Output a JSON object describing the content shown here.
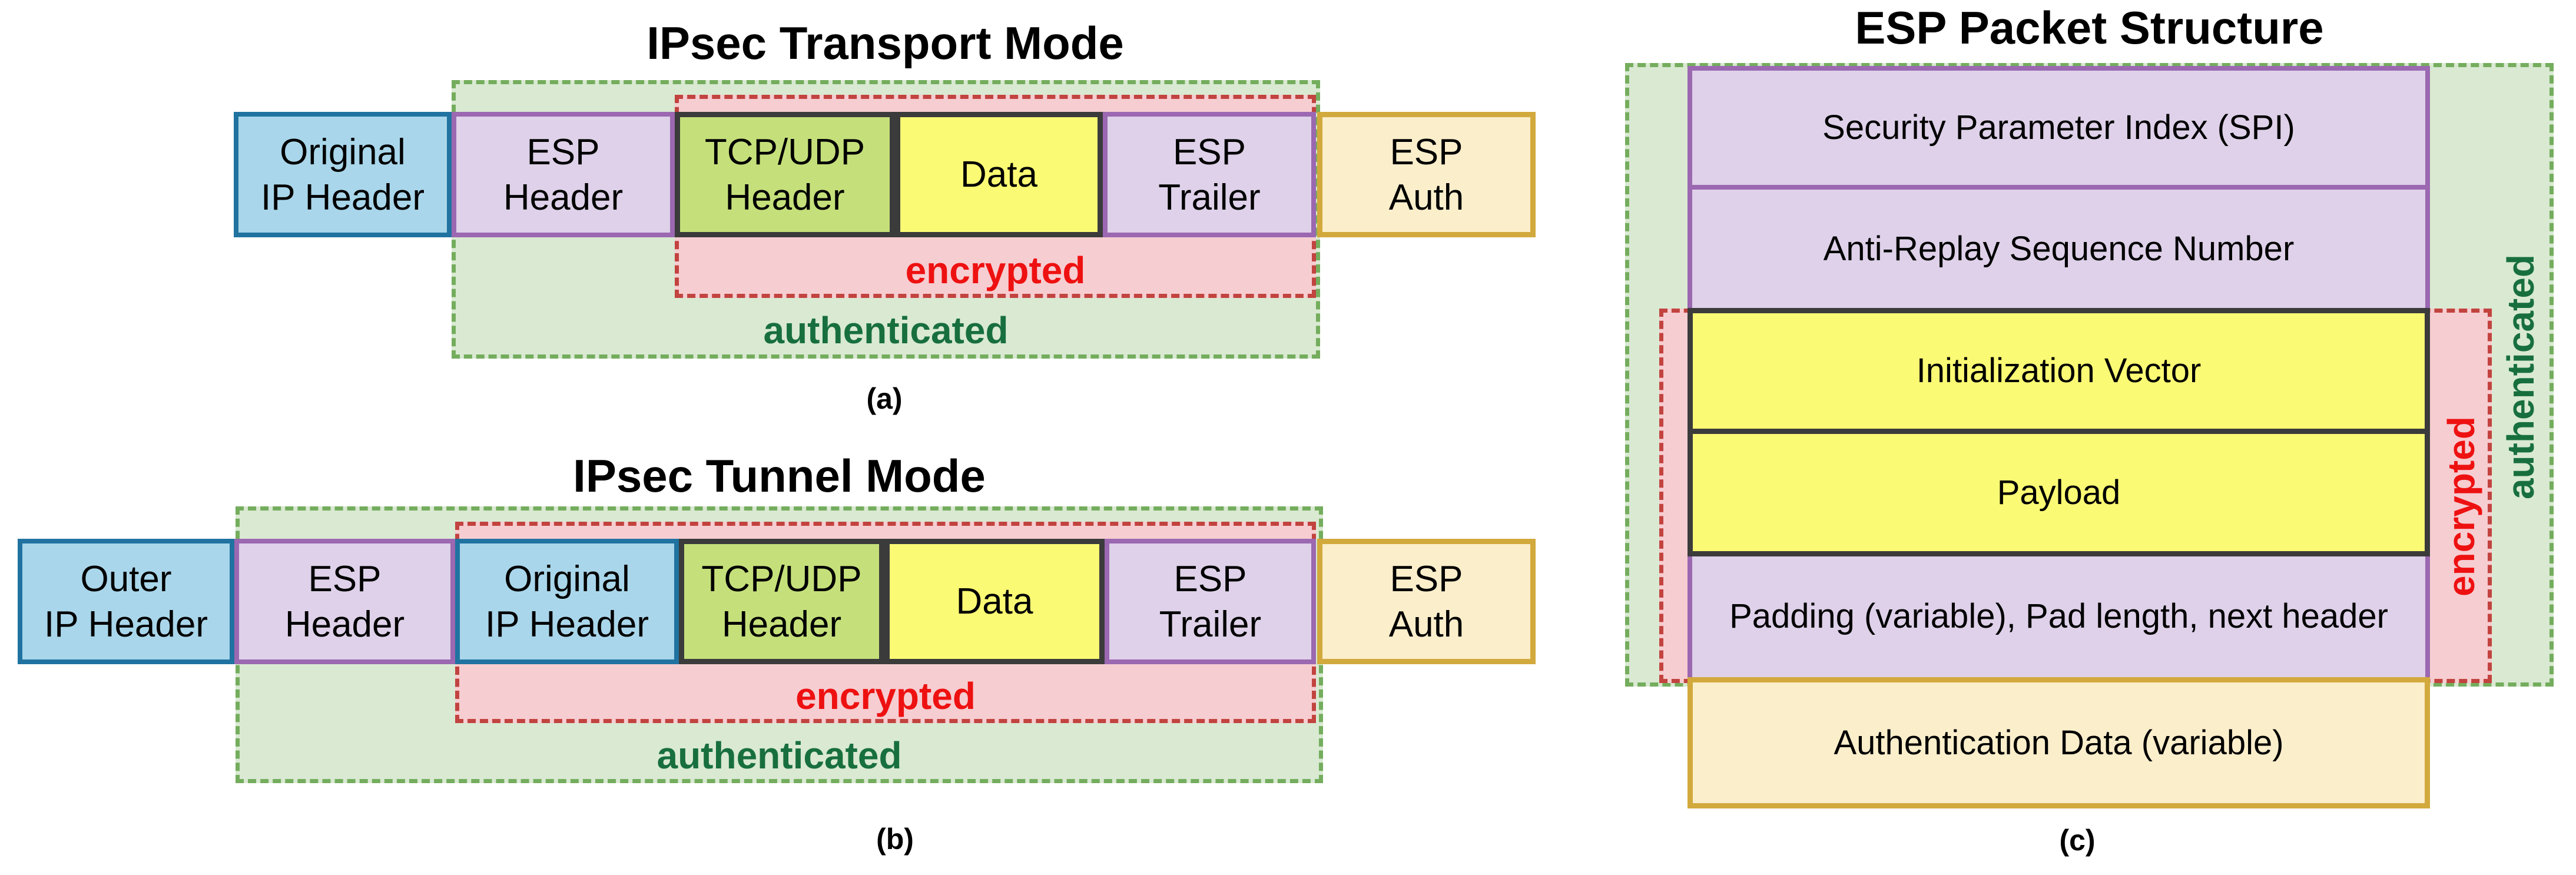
{
  "colors": {
    "blue-fill": "#a9d6ea",
    "blue-border": "#2073a0",
    "purple-fill": "#ded1e9",
    "purple-border": "#9b68b1",
    "greenbox-fill": "#c5e07a",
    "dark-border": "#3b3b3b",
    "yellow-fill": "#fbfa74",
    "tan-fill": "#fbeecb",
    "tan-border": "#d2a93c",
    "auth-fill": "#d9e9d2",
    "auth-border": "#74ad5d",
    "enc-fill": "#f6cdd1",
    "enc-border": "#c2433f",
    "enc-text": "#ee1111",
    "auth-text": "#186f3e",
    "title-text": "#000000",
    "caption-text": "#000000",
    "box-text": "#000000"
  },
  "transport": {
    "title": "IPsec Transport Mode",
    "caption": "(a)",
    "encrypted_label": "encrypted",
    "authenticated_label": "authenticated",
    "boxes": [
      {
        "label": "Original\nIP Header"
      },
      {
        "label": "ESP\nHeader"
      },
      {
        "label": "TCP/UDP\nHeader"
      },
      {
        "label": "Data"
      },
      {
        "label": "ESP\nTrailer"
      },
      {
        "label": "ESP\nAuth"
      }
    ]
  },
  "tunnel": {
    "title": "IPsec Tunnel Mode",
    "caption": "(b)",
    "encrypted_label": "encrypted",
    "authenticated_label": "authenticated",
    "boxes": [
      {
        "label": "Outer\nIP Header"
      },
      {
        "label": "ESP\nHeader"
      },
      {
        "label": "Original\nIP Header"
      },
      {
        "label": "TCP/UDP\nHeader"
      },
      {
        "label": "Data"
      },
      {
        "label": "ESP\nTrailer"
      },
      {
        "label": "ESP\nAuth"
      }
    ]
  },
  "esp_packet": {
    "title": "ESP Packet Structure",
    "caption": "(c)",
    "encrypted_label": "encrypted",
    "authenticated_label": "authenticated",
    "rows": [
      {
        "label": "Security Parameter Index (SPI)"
      },
      {
        "label": "Anti-Replay Sequence Number"
      },
      {
        "label": "Initialization Vector"
      },
      {
        "label": "Payload"
      },
      {
        "label": "Padding (variable), Pad length, next header"
      },
      {
        "label": "Authentication Data (variable)"
      }
    ]
  }
}
